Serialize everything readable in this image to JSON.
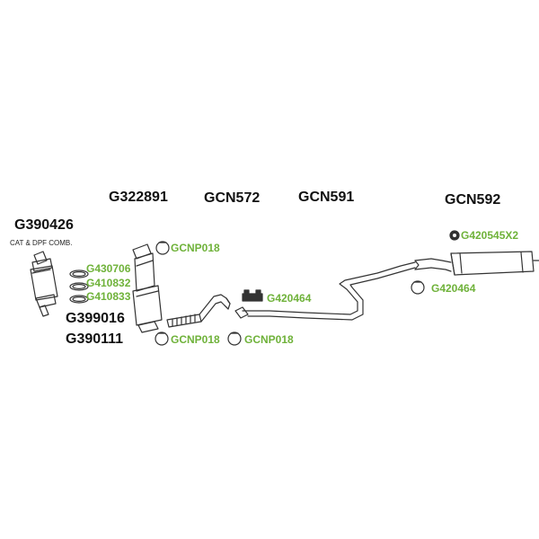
{
  "colors": {
    "label": "#111111",
    "accessory": "#6fb23a",
    "line": "#333333"
  },
  "part_labels": {
    "cat_dpf": "G390426",
    "cat_dpf_note": "CAT & DPF COMB.",
    "front_pipe": "G322891",
    "center_pipe": "GCN572",
    "middle_pipe": "GCN591",
    "rear_silencer": "GCN592",
    "front_unit_a": "G399016",
    "front_unit_b": "G390111"
  },
  "accessory_labels": {
    "clamp_top": "GCNP018",
    "gasket_1": "G430706",
    "gasket_2": "G410832",
    "gasket_3": "G410833",
    "clamp_bottom_1": "GCNP018",
    "clamp_bottom_2": "GCNP018",
    "mount_center": "G420464",
    "rubber_rear": "G420545X2",
    "clamp_rear": "G420464"
  },
  "icons": {
    "clamp": "clamp-ring-icon",
    "gasket": "gasket-ring-icon",
    "mount": "rubber-mount-icon"
  }
}
